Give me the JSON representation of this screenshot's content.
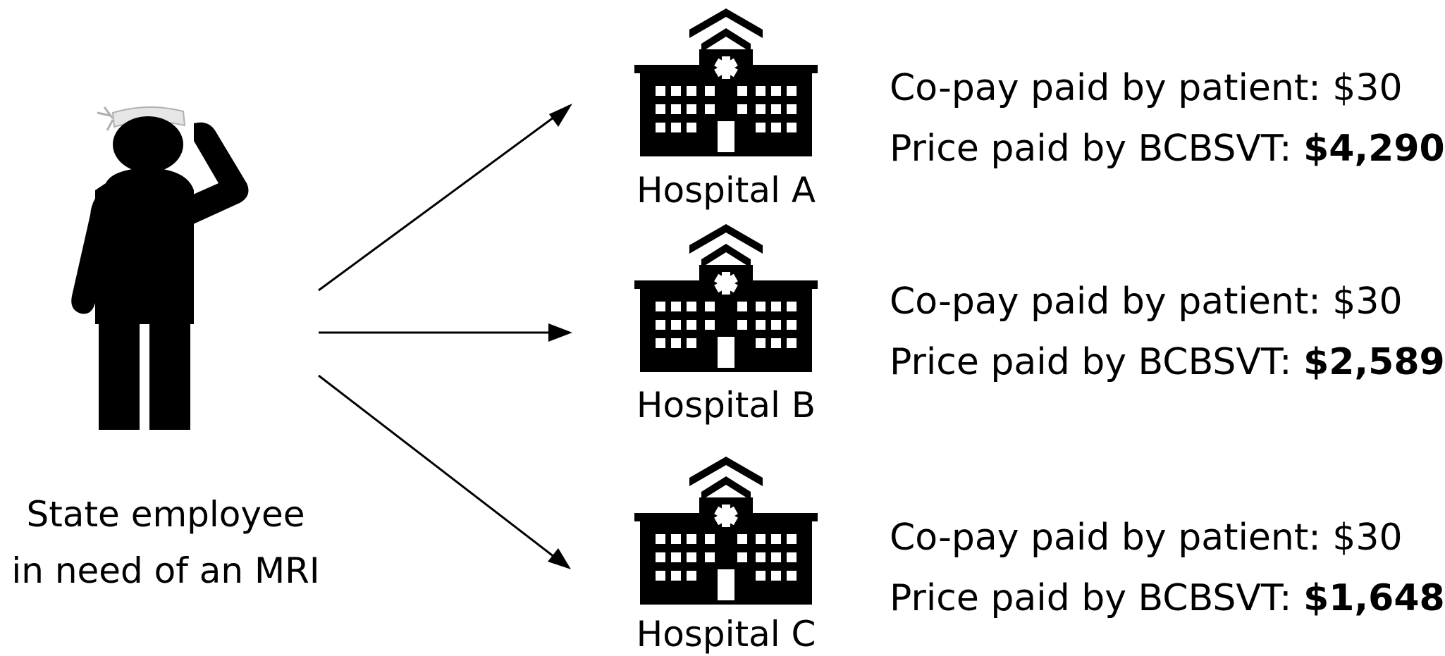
{
  "person": {
    "caption_line1": "State employee",
    "caption_line2": "in need of an MRI",
    "icon": "injured-person-icon"
  },
  "hospitals": [
    {
      "name": "Hospital A",
      "copay_label": "Co-pay paid by patient:",
      "copay": "$30",
      "price_label": "Price paid by BCBSVT:",
      "price": "$4,290"
    },
    {
      "name": "Hospital B",
      "copay_label": "Co-pay paid by patient:",
      "copay": "$30",
      "price_label": "Price paid by BCBSVT:",
      "price": "$2,589"
    },
    {
      "name": "Hospital C",
      "copay_label": "Co-pay paid by patient:",
      "copay": "$30",
      "price_label": "Price paid by BCBSVT:",
      "price": "$1,648"
    }
  ],
  "icons": {
    "hospital": "hospital-icon",
    "arrow": "arrow-icon"
  }
}
